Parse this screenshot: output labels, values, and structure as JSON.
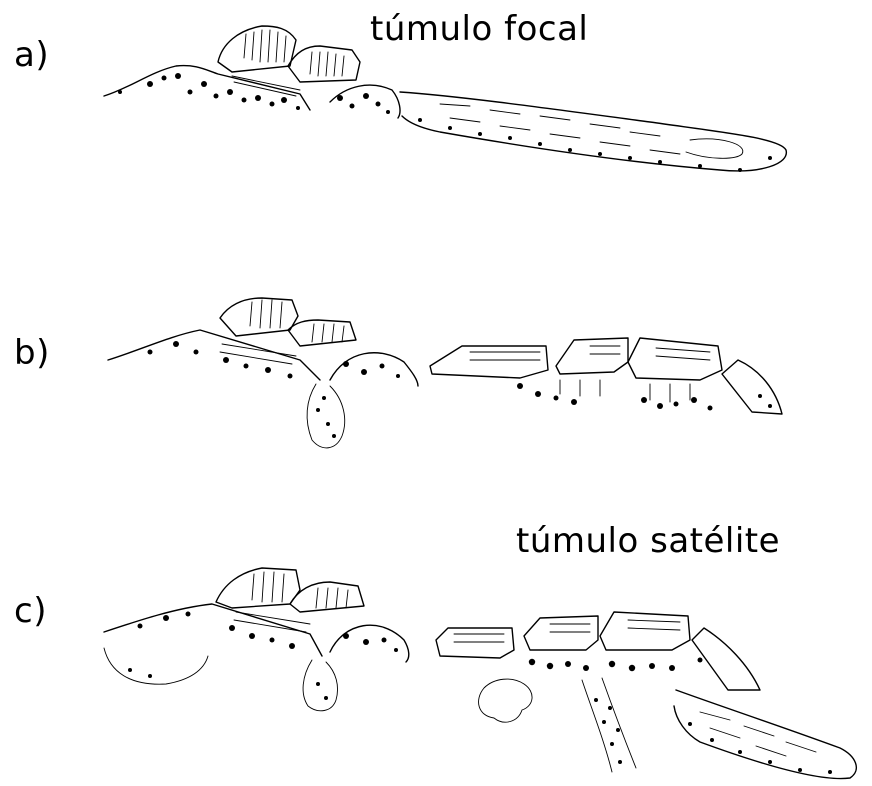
{
  "labels": {
    "a": "a)",
    "b": "b)",
    "c": "c)"
  },
  "captions": {
    "focal": "túmulo focal",
    "satellite": "túmulo satélite"
  }
}
